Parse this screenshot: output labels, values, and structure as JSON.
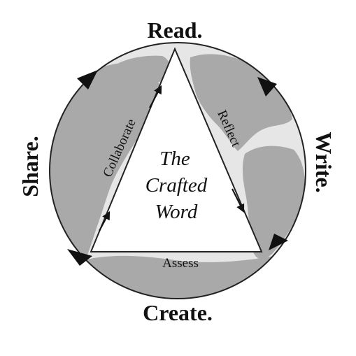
{
  "cycle_labels": {
    "top": "Read.",
    "right": "Write.",
    "bottom": "Create.",
    "left": "Share."
  },
  "triangle_labels": {
    "left_side": "Collaborate",
    "right_side": "Reflect",
    "bottom_side": "Assess"
  },
  "center_title": {
    "line1": "The",
    "line2": "Crafted",
    "line3": "Word"
  },
  "colors": {
    "land": "#a9a9a9",
    "ocean": "#e6e6e6",
    "outline": "#222222",
    "triangle_fill": "#ffffff",
    "arrow": "#111111"
  }
}
